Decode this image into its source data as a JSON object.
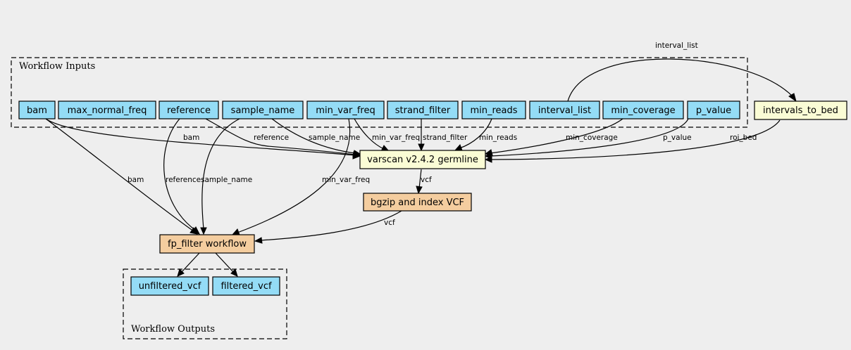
{
  "colors": {
    "input_node": "#94dcf6",
    "step_node": "#fafcd5",
    "subworkflow_node": "#f4cd9f",
    "background": "#eeeeee"
  },
  "clusters": {
    "inputs": "Workflow Inputs",
    "outputs": "Workflow Outputs"
  },
  "inputs": {
    "bam": "bam",
    "max_normal_freq": "max_normal_freq",
    "reference": "reference",
    "sample_name": "sample_name",
    "min_var_freq": "min_var_freq",
    "strand_filter": "strand_filter",
    "min_reads": "min_reads",
    "interval_list": "interval_list",
    "min_coverage": "min_coverage",
    "p_value": "p_value"
  },
  "steps": {
    "intervals_to_bed": "intervals_to_bed",
    "varscan": "varscan v2.4.2 germline",
    "bgzip": "bgzip and index VCF",
    "fp_filter": "fp_filter workflow"
  },
  "outputs": {
    "unfiltered_vcf": "unfiltered_vcf",
    "filtered_vcf": "filtered_vcf"
  },
  "edge_labels": {
    "interval_list": "interval_list",
    "bam_varscan": "bam",
    "reference_varscan": "reference",
    "sample_name_varscan": "sample_name",
    "min_var_freq_varscan": "min_var_freq",
    "strand_filter_varscan": "strand_filter",
    "min_reads_varscan": "min_reads",
    "min_coverage_varscan": "min_coverage",
    "p_value_varscan": "p_value",
    "roi_bed": "roi_bed",
    "vcf_varscan_bgzip": "vcf",
    "bam_fp": "bam",
    "reference_fp": "reference",
    "sample_name_fp": "sample_name",
    "min_var_freq_fp": "min_var_freq",
    "vcf_bgzip_fp": "vcf"
  }
}
